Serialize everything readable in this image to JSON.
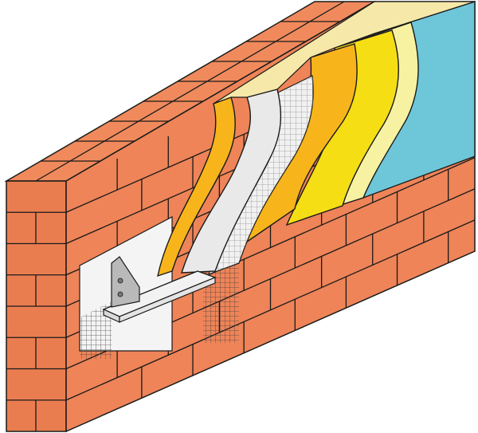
{
  "colors": {
    "brick": "#ee8458",
    "brick_top": "#f08a5c",
    "brick_front": "#ea7d50",
    "mortar_line": "#1a1a1a",
    "insulation": "#e9e9e9",
    "mesh": "#8a8a8a",
    "adhesive_orange": "#f7b51b",
    "base_yellow": "#f6de15",
    "primer_cream": "#f6f2a2",
    "finish_blue": "#6ec6d9",
    "bracket": "#b9b9b9",
    "shelf": "#f2f2f2",
    "background": "#ffffff"
  },
  "layers": [
    {
      "name": "adhesive"
    },
    {
      "name": "insulation-board"
    },
    {
      "name": "reinforcing-mesh"
    },
    {
      "name": "base-coat"
    },
    {
      "name": "primer"
    },
    {
      "name": "finish-render"
    }
  ],
  "components": [
    {
      "name": "brick-wall"
    },
    {
      "name": "starter-bracket"
    },
    {
      "name": "starter-shelf"
    }
  ]
}
